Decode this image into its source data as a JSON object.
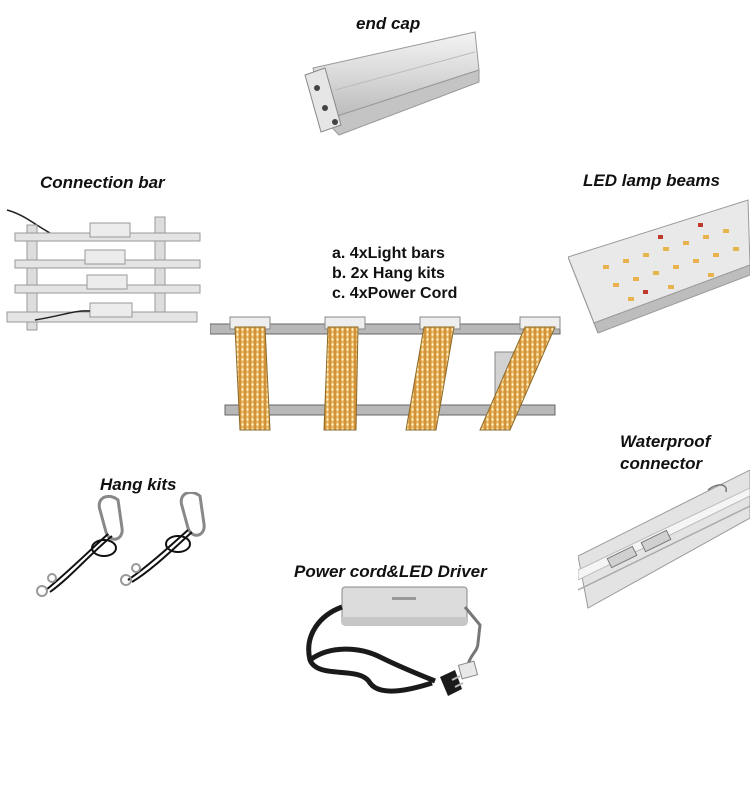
{
  "labels": {
    "end_cap": "end cap",
    "connection_bar": "Connection bar",
    "led_lamp_beams": "LED  lamp beams",
    "waterproof_connector_line1": "Waterproof",
    "waterproof_connector_line2": "connector",
    "hang_kits": "Hang kits",
    "power_cord_driver": "Power cord&LED Driver"
  },
  "package_contents": [
    "a. 4xLight bars",
    "b. 2x Hang kits",
    "c. 4xPower Cord"
  ]
}
